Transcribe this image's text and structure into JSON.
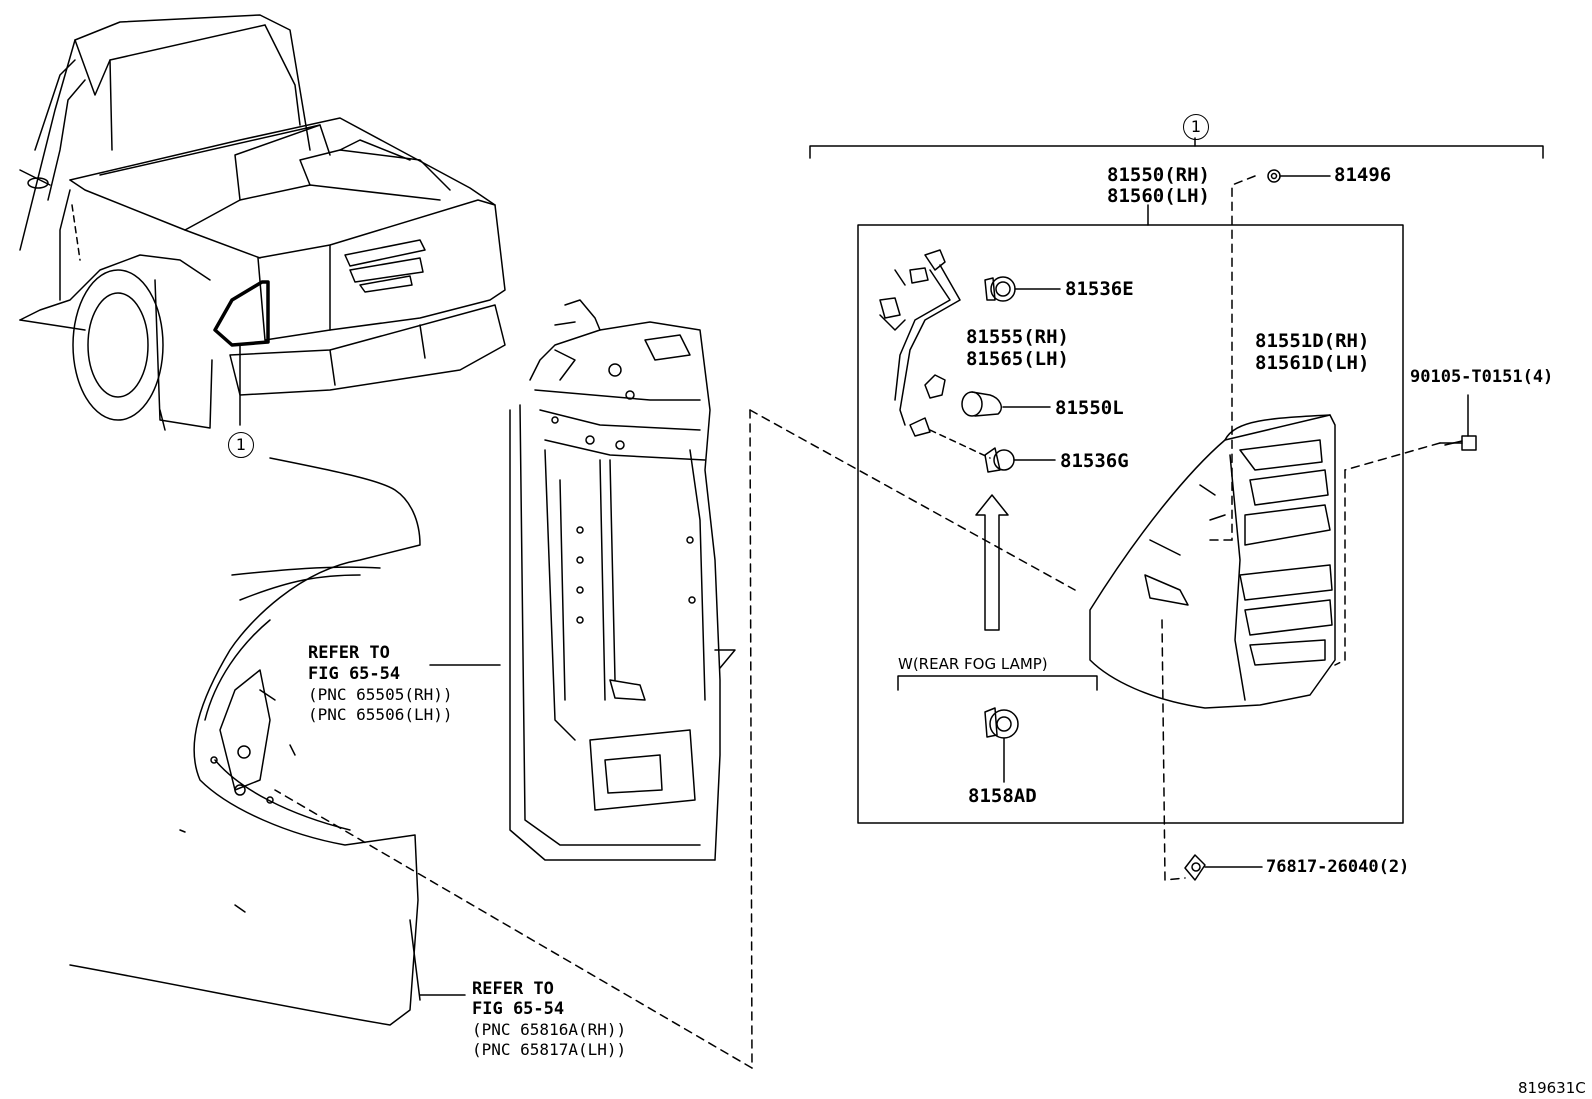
{
  "diagram": {
    "assembly_marker": "1",
    "callout_marker": "1",
    "labels": {
      "housing_rh": "81550(RH)",
      "housing_lh": "81560(LH)",
      "clip_top": "81496",
      "socket_e": "81536E",
      "wire_rh": "81555(RH)",
      "wire_lh": "81565(LH)",
      "bulb": "81550L",
      "socket_g": "81536G",
      "lens_rh": "81551D(RH)",
      "lens_lh": "81561D(LH)",
      "screw": "90105-T0151(4)",
      "fog_option": "W(REAR FOG LAMP)",
      "fog_socket": "8158AD",
      "nut": "76817-26040(2)",
      "refer1_a": "REFER TO",
      "refer1_b": "FIG 65-54",
      "refer1_c": "(PNC 65505(RH))",
      "refer1_d": "(PNC 65506(LH))",
      "refer2_a": "REFER TO",
      "refer2_b": "FIG 65-54",
      "refer2_c": "(PNC 65816A(RH))",
      "refer2_d": "(PNC 65817A(LH))",
      "figure_code": "819631C"
    }
  }
}
